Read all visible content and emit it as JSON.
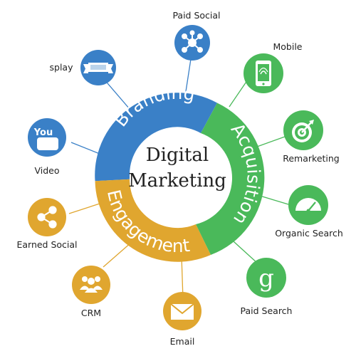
{
  "center": {
    "line1": "Digital",
    "line2": "Marketing"
  },
  "colors": {
    "blue": "#3a80c7",
    "green": "#4ab95a",
    "yellow": "#e0a62f"
  },
  "ring": {
    "branding": "Branding",
    "acquisition": "Acquisition",
    "engagement": "Engagement"
  },
  "nodes": [
    {
      "key": "paid-social",
      "label": "Paid Social",
      "icon": "network-icon",
      "color": "blue"
    },
    {
      "key": "display",
      "label": "splay",
      "icon": "banner-icon",
      "color": "blue"
    },
    {
      "key": "video",
      "label": "Video",
      "icon": "youtube-icon",
      "color": "blue"
    },
    {
      "key": "mobile",
      "label": "Mobile",
      "icon": "mobile-icon",
      "color": "green"
    },
    {
      "key": "remarketing",
      "label": "Remarketing",
      "icon": "target-icon",
      "color": "green"
    },
    {
      "key": "organic-search",
      "label": "Organic Search",
      "icon": "gauge-icon",
      "color": "green"
    },
    {
      "key": "paid-search",
      "label": "Paid Search",
      "icon": "google-icon",
      "color": "green"
    },
    {
      "key": "earned-social",
      "label": "Earned Social",
      "icon": "share-icon",
      "color": "yellow"
    },
    {
      "key": "crm",
      "label": "CRM",
      "icon": "people-icon",
      "color": "yellow"
    },
    {
      "key": "email",
      "label": "Email",
      "icon": "envelope-icon",
      "color": "yellow"
    }
  ]
}
